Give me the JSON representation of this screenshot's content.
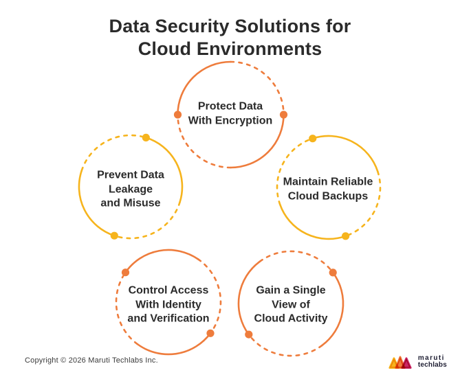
{
  "title": {
    "line1": "Data Security Solutions for",
    "line2": "Cloud Environments"
  },
  "colors": {
    "orange": "#EE7C3C",
    "yellow": "#F6B41D",
    "magenta": "#CB2565",
    "text_dark": "#2b2b2b"
  },
  "circles": [
    {
      "id": "protect-data",
      "color": "#EE7C3C",
      "lines": [
        "Protect Data",
        "With Encryption"
      ]
    },
    {
      "id": "prevent-leakage",
      "color": "#F6B41D",
      "lines": [
        "Prevent Data",
        "Leakage",
        "and Misuse"
      ]
    },
    {
      "id": "cloud-backups",
      "color": "#F6B41D",
      "lines": [
        "Maintain Reliable",
        "Cloud Backups"
      ]
    },
    {
      "id": "control-access",
      "color": "#EE7C3C",
      "lines": [
        "Control Access",
        "With Identity",
        "and Verification"
      ]
    },
    {
      "id": "cloud-activity",
      "color": "#EE7C3C",
      "lines": [
        "Gain a Single",
        "View of",
        "Cloud Activity"
      ]
    }
  ],
  "footer": {
    "copyright": "Copyright © 2026 Maruti Techlabs Inc."
  },
  "logo": {
    "line1": "maruti",
    "line2": "techlabs"
  }
}
